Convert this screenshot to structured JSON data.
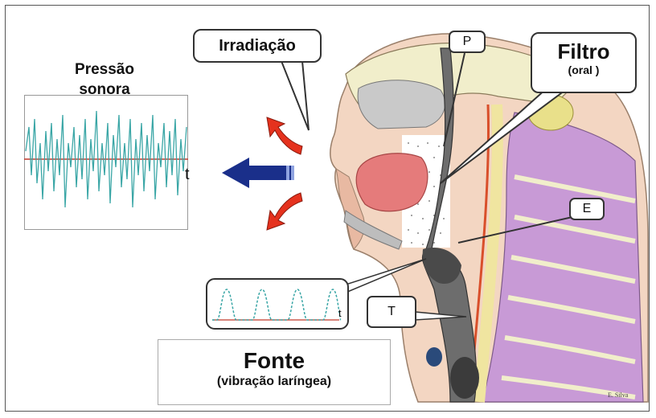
{
  "pressao": {
    "line1": "Pressão",
    "line2": "sonora"
  },
  "time_axis_label": "t",
  "irradiacao": {
    "label": "Irradiação"
  },
  "filtro": {
    "label": "Filtro",
    "sublabel": "(oral )"
  },
  "markers": {
    "p": "P",
    "e": "E",
    "t": "T"
  },
  "fonte": {
    "label": "Fonte",
    "sublabel": "(vibração laríngea)"
  },
  "signature": "E. Silva",
  "colors": {
    "waveform": "#3aa6a6",
    "baseline": "#c0392b",
    "arrow_blue": "#1a2f8a",
    "arrow_red": "#e5321e",
    "skin": "#f3d6c2",
    "skull": "#f1eecb",
    "bone_gray": "#bdbdbd",
    "tongue": "#e57b7b",
    "spine_purple": "#c89ad6",
    "airway": "#6d6d6d"
  }
}
